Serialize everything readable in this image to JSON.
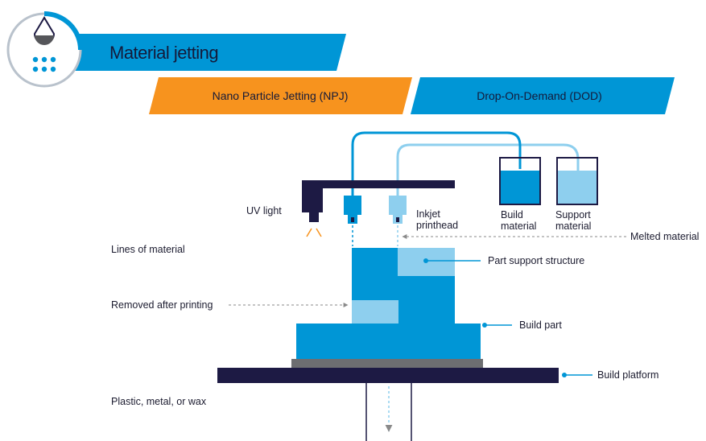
{
  "header": {
    "title": "Material jetting",
    "icon": "droplet-dots-icon"
  },
  "tabs": [
    {
      "label": "Nano Particle Jetting (NPJ)",
      "color": "#f7931e"
    },
    {
      "label": "Drop-On-Demand (DOD)",
      "color": "#0096d6"
    }
  ],
  "labels": {
    "uv_light": "UV light",
    "inkjet_line1": "Inkjet",
    "inkjet_line2": "printhead",
    "build_mat_line1": "Build",
    "build_mat_line2": "material",
    "support_mat_line1": "Support",
    "support_mat_line2": "material",
    "melted_material": "Melted material",
    "lines_of_material": "Lines of material",
    "part_support_structure": "Part support structure",
    "removed_after_printing": "Removed after printing",
    "build_part": "Build part",
    "build_platform": "Build platform",
    "plastic_metal_wax": "Plastic, metal, or wax"
  },
  "colors": {
    "navy": "#1d1a44",
    "blue": "#0096d6",
    "light_blue": "#8ecfee",
    "orange": "#f7931e",
    "grey": "#6d6e71"
  }
}
